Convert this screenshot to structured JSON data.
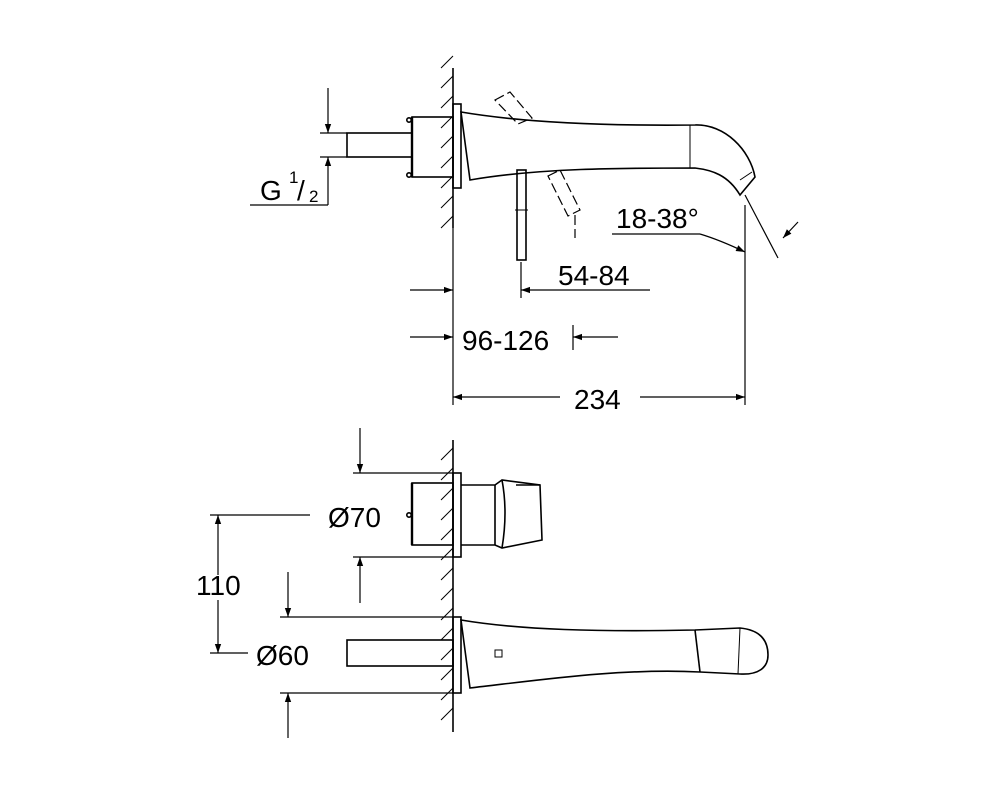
{
  "dimensions": {
    "thread_main": "G",
    "thread_num": "1",
    "thread_slash": "/",
    "thread_den": "2",
    "spout_angle": "18-38°",
    "lever_offset": "54-84",
    "wall_depth": "96-126",
    "spout_length": "234",
    "handle_diameter": "Ø70",
    "spout_rosette_diameter": "Ø60",
    "center_distance": "110"
  },
  "colors": {
    "line": "#000000",
    "background": "#ffffff"
  }
}
